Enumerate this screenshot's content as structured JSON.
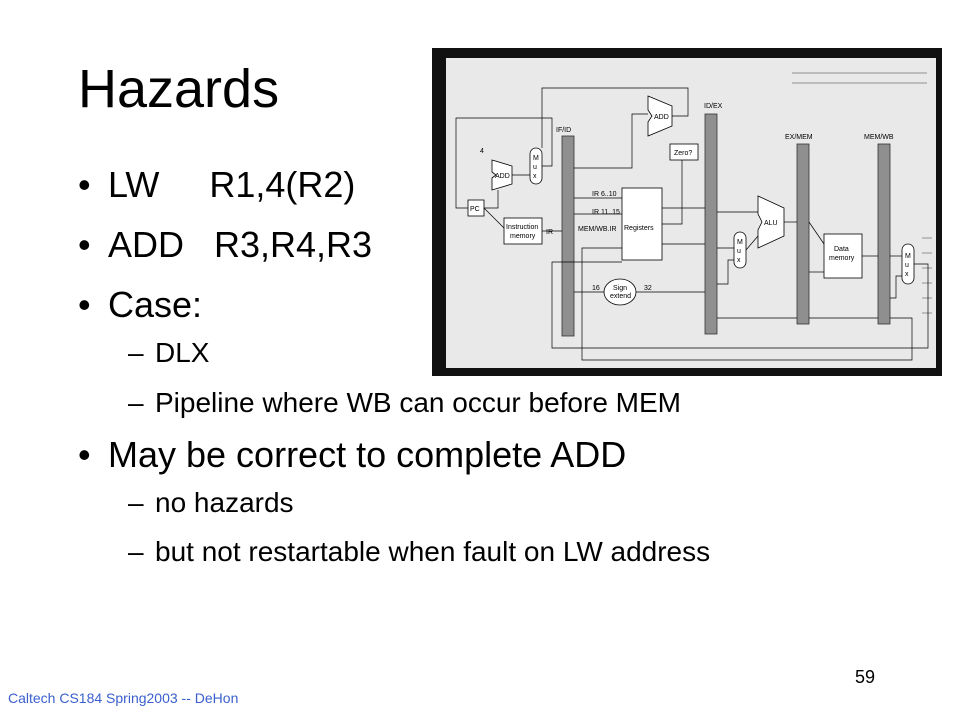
{
  "slide": {
    "title": "Hazards",
    "bullets": [
      {
        "text": "LW     R1,4(R2)",
        "sub": []
      },
      {
        "text": "ADD   R3,R4,R3",
        "sub": []
      },
      {
        "text": "Case:",
        "sub": [
          "DLX",
          "Pipeline where WB can occur before MEM"
        ]
      },
      {
        "text": "May be correct to complete ADD",
        "sub": [
          "no hazards",
          "but not restartable when fault on LW address"
        ]
      }
    ],
    "bullet_glyph": "•",
    "dash_glyph": "–",
    "footer": "Caltech CS184 Spring2003 -- DeHon",
    "page_number": "59"
  },
  "figure": {
    "stage_labels": {
      "ifid": "IF/ID",
      "idex": "ID/EX",
      "exmem": "EX/MEM",
      "memwb": "MEM/WB"
    },
    "block_labels": {
      "add1": "ADD",
      "add2": "ADD",
      "four": "4",
      "pc": "PC",
      "imem1": "Instruction",
      "imem2": "memory",
      "ir": "IR",
      "ir610": "IR 6..10",
      "ir1115": "IR 11..15",
      "memwbir": "MEM/WB.IR",
      "registers": "Registers",
      "zero": "Zero?",
      "alu": "ALU",
      "dmem1": "Data",
      "dmem2": "memory",
      "sign1": "Sign",
      "sign2": "extend",
      "n16": "16",
      "n32": "32",
      "mux1": "M",
      "mux2": "u",
      "mux3": "x"
    }
  }
}
